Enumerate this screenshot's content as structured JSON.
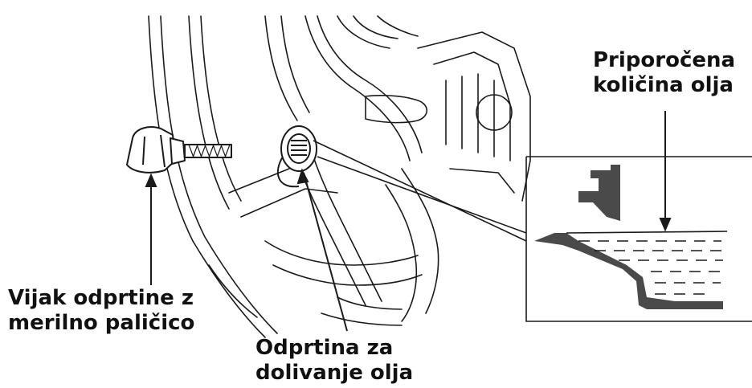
{
  "labels": {
    "dipstick_cap": [
      "Vijak odprtine z",
      "merilno paličico"
    ],
    "filler_opening": [
      "Odprtina za",
      "dolivanje olja"
    ],
    "recommended_level": [
      "Priporočena",
      "količina olja"
    ]
  },
  "colors": {
    "ink": "#1a1a1a",
    "fill_dark": "#4a4a4a",
    "background": "#ffffff"
  }
}
